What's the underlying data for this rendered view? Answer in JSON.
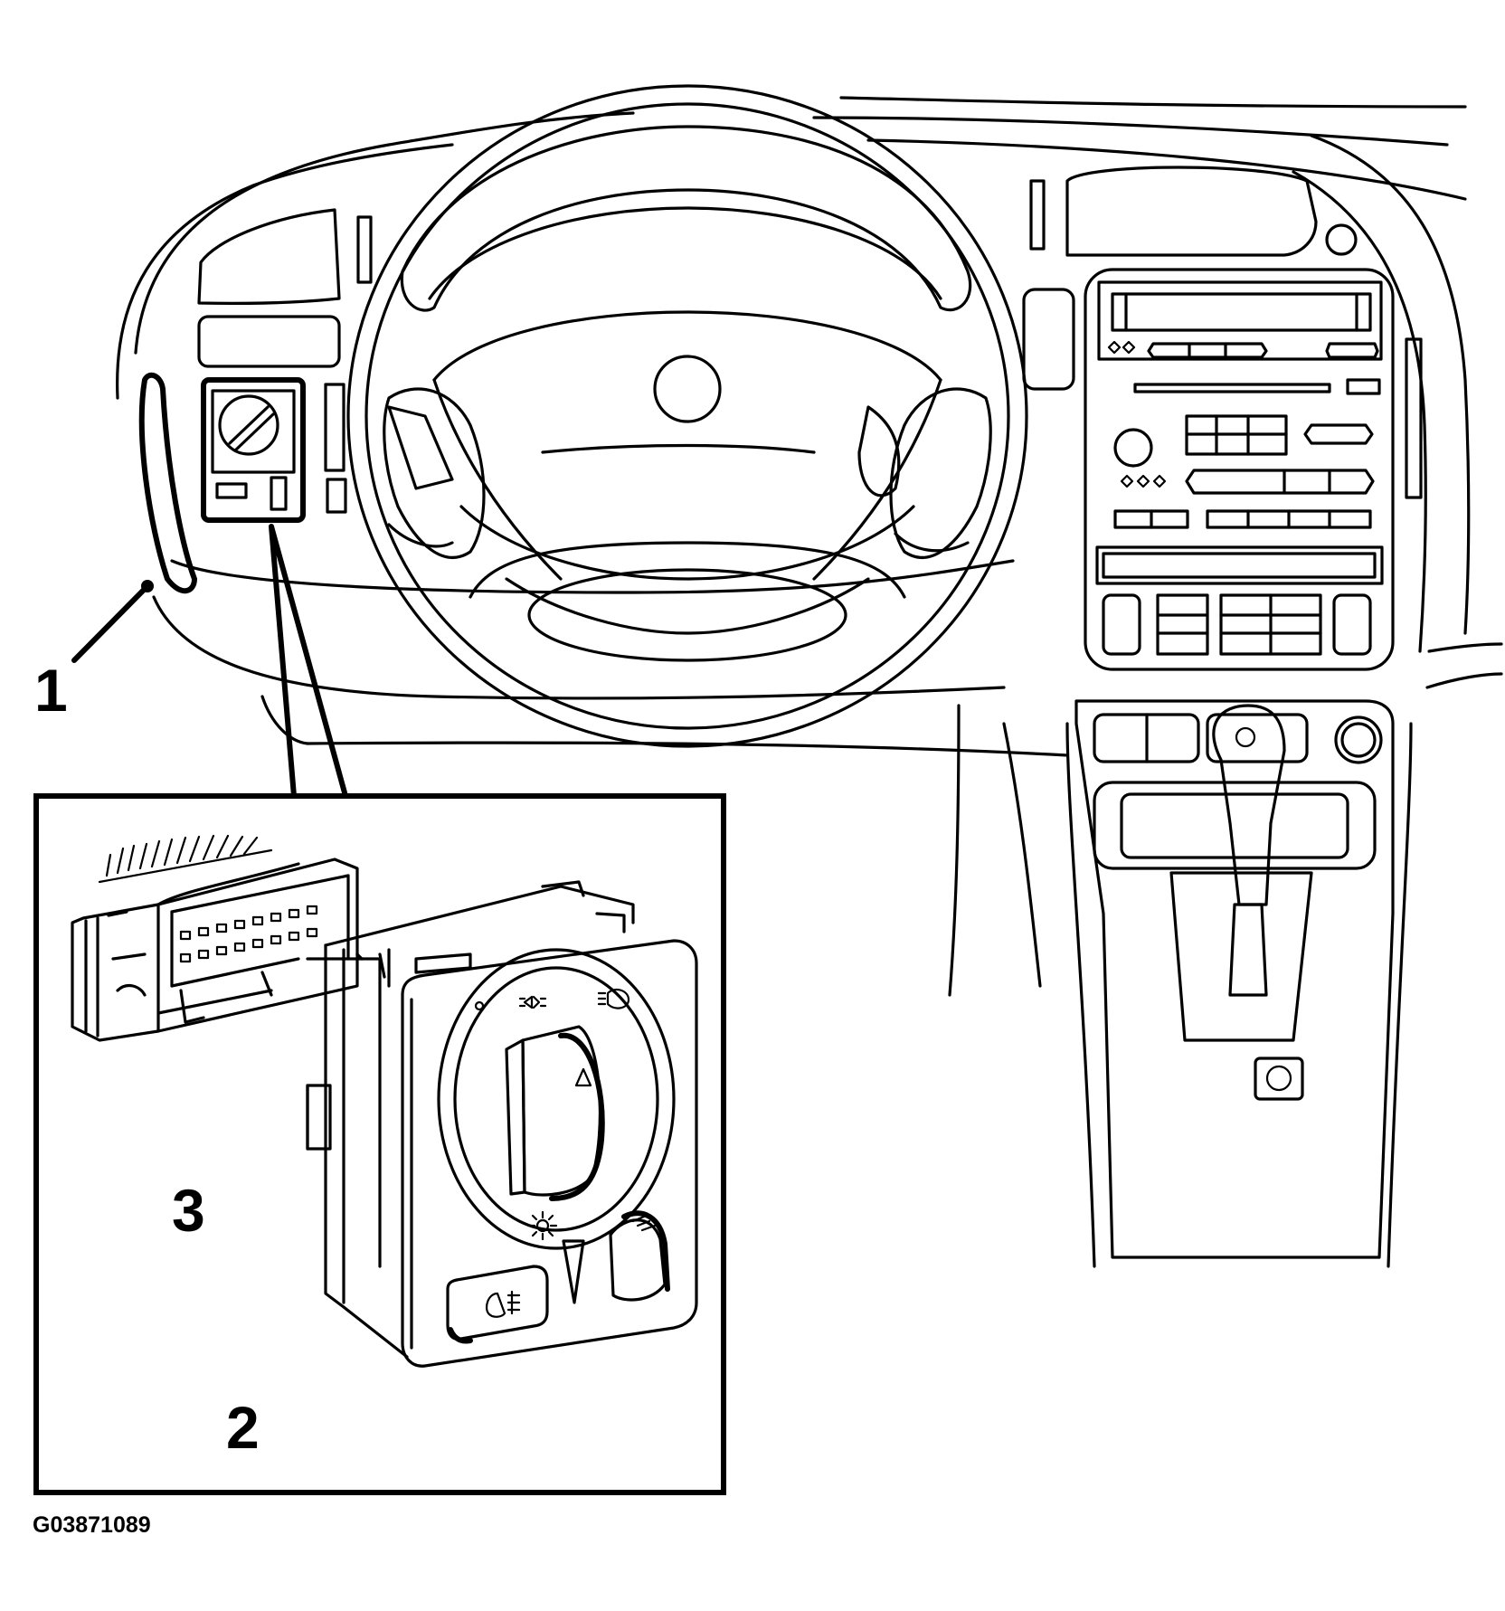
{
  "callouts": [
    {
      "id": "1",
      "label": "1"
    },
    {
      "id": "2",
      "label": "2"
    },
    {
      "id": "3",
      "label": "3"
    }
  ],
  "figure_id": "G03871089",
  "colors": {
    "line": "#000000",
    "background": "#ffffff"
  }
}
